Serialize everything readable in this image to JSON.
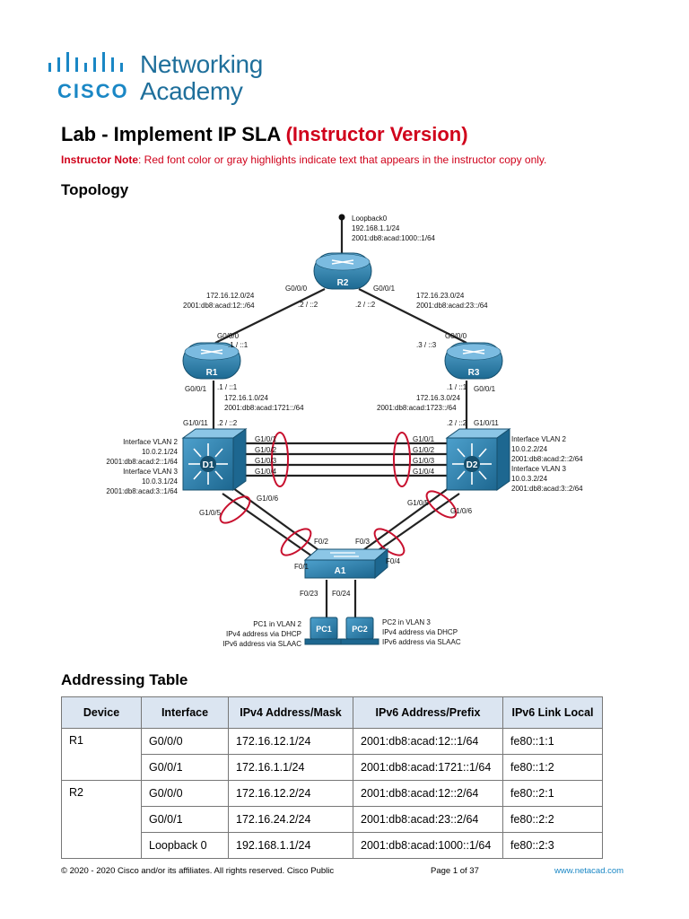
{
  "logo": {
    "line1": "Networking",
    "line2": "Academy",
    "brand": "CISCO"
  },
  "header": {
    "title": "Lab - Implement IP SLA",
    "title_red": "(Instructor Version)",
    "note_label": "Instructor Note",
    "note_text": ": Red font color or gray highlights indicate text that appears in the instructor copy only."
  },
  "topology": {
    "heading": "Topology",
    "loopback": [
      "Loopback0",
      "192.168.1.1/24",
      "2001:db8:acad:1000::1/64"
    ],
    "routers": {
      "r1": "R1",
      "r2": "R2",
      "r3": "R3"
    },
    "switches": {
      "d1": "D1",
      "d2": "D2",
      "a1": "A1"
    },
    "pcs": {
      "pc1": "PC1",
      "pc2": "PC2"
    },
    "labels": {
      "r2_g000": "G0/0/0",
      "r2_g001": "G0/0/1",
      "r2_left_addr": ".2 / ::2",
      "r2_right_addr": ".2 / ::2",
      "net_12": [
        "172.16.12.0/24",
        "2001:db8:acad:12::/64"
      ],
      "net_23": [
        "172.16.23.0/24",
        "2001:db8:acad:23::/64"
      ],
      "r1_g000": "G0/0/0",
      "r1_g000_addr": ".1 / ::1",
      "r3_g000": "G0/0/0",
      "r3_g000_addr": ".3 / ::3",
      "r1_g001": "G0/0/1",
      "r1_g001_addr": ".1 / ::1",
      "r3_g001": "G0/0/1",
      "r3_g001_addr": ".1 / ::1",
      "net_1": [
        "172.16.1.0/24",
        "2001:db8:acad:1721::/64"
      ],
      "net_3": [
        "172.16.3.0/24",
        "2001:db8:acad:1723::/64"
      ],
      "d1_g1011": "G1/0/11",
      "d1_g1011_addr": ".2 / ::2",
      "d2_g1011": "G1/0/11",
      "d2_g1011_addr": ".2 / ::2",
      "d1_vlan": [
        "Interface VLAN 2",
        "10.0.2.1/24",
        "2001:db8:acad:2::1/64",
        "Interface VLAN 3",
        "10.0.3.1/24",
        "2001:db8:acad:3::1/64"
      ],
      "d2_vlan": [
        "Interface VLAN 2",
        "10.0.2.2/24",
        "2001:db8:acad:2::2/64",
        "Interface VLAN 3",
        "10.0.3.2/24",
        "2001:db8:acad:3::2/64"
      ],
      "trunk_left": [
        "G1/0/1",
        "G1/0/2",
        "G1/0/3",
        "G1/0/4"
      ],
      "trunk_right": [
        "G1/0/1",
        "G1/0/2",
        "G1/0/3",
        "G1/0/4"
      ],
      "d1_g106": "G1/0/6",
      "d1_g105": "G1/0/5",
      "d2_g105": "G1/0/5",
      "d2_g106": "G1/0/6",
      "a1_f02": "F0/2",
      "a1_f03": "F0/3",
      "a1_f01": "F0/1",
      "a1_f04": "F0/4",
      "a1_f023": "F0/23",
      "a1_f024": "F0/24",
      "pc1_info": [
        "PC1 in VLAN 2",
        "IPv4 address via DHCP",
        "IPv6 address via SLAAC"
      ],
      "pc2_info": [
        "PC2 in VLAN 3",
        "IPv4 address via DHCP",
        "IPv6 address via SLAAC"
      ]
    }
  },
  "addressing": {
    "heading": "Addressing Table",
    "columns": [
      "Device",
      "Interface",
      "IPv4 Address/Mask",
      "IPv6 Address/Prefix",
      "IPv6 Link Local"
    ],
    "groups": [
      {
        "device": "R1",
        "rows": [
          [
            "G0/0/0",
            "172.16.12.1/24",
            "2001:db8:acad:12::1/64",
            "fe80::1:1"
          ],
          [
            "G0/0/1",
            "172.16.1.1/24",
            "2001:db8:acad:1721::1/64",
            "fe80::1:2"
          ]
        ]
      },
      {
        "device": "R2",
        "rows": [
          [
            "G0/0/0",
            "172.16.12.2/24",
            "2001:db8:acad:12::2/64",
            "fe80::2:1"
          ],
          [
            "G0/0/1",
            "172.16.24.2/24",
            "2001:db8:acad:23::2/64",
            "fe80::2:2"
          ],
          [
            "Loopback 0",
            "192.168.1.1/24",
            "2001:db8:acad:1000::1/64",
            "fe80::2:3"
          ]
        ]
      }
    ]
  },
  "footer": {
    "copyright": "© 2020 - 2020 Cisco and/or its affiliates. All rights reserved. Cisco Public",
    "page": "Page 1 of 37",
    "link": "www.netacad.com"
  },
  "colors": {
    "brand_blue": "#1a87c5",
    "red": "#d0021b",
    "device_blue": "#2f7fa8",
    "table_header": "#dbe5f1"
  }
}
